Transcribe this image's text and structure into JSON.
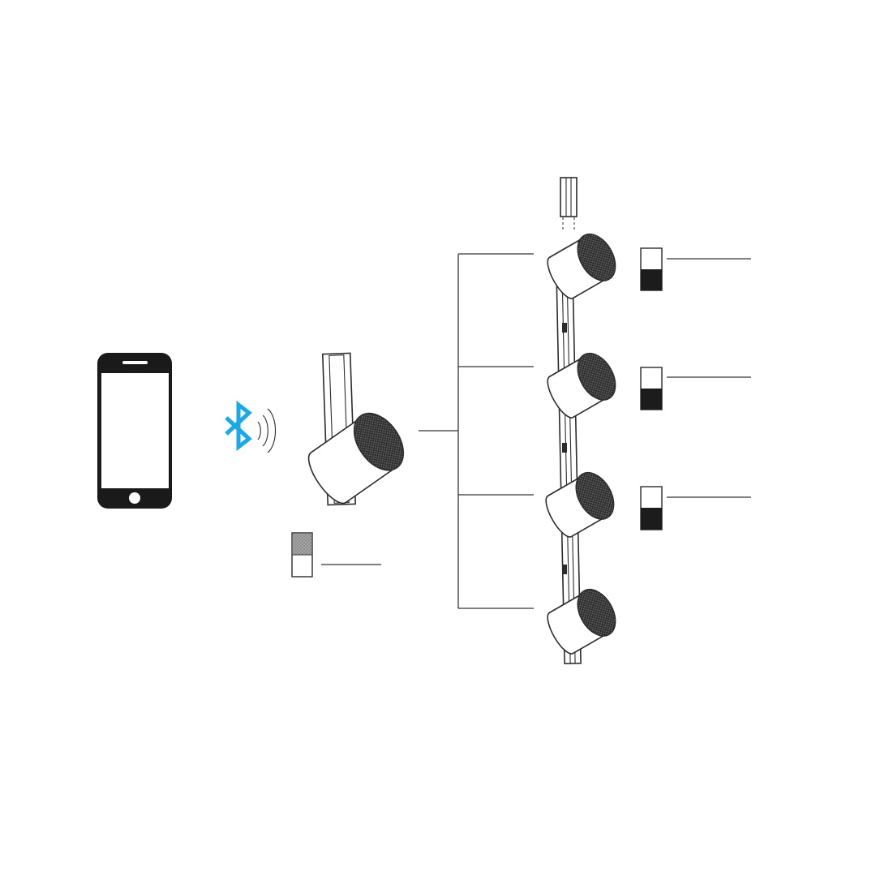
{
  "diagram": {
    "colors": {
      "background": "#ffffff",
      "line": "#333333",
      "phone_body": "#1a1a1a",
      "bluetooth": "#1ba8e6",
      "grille": "#3a3a3a",
      "switch_dark": "#1c1c1c"
    },
    "nodes": [
      {
        "name": "smartphone",
        "icon": "smartphone-icon"
      },
      {
        "name": "bluetooth-signal",
        "icon": "bluetooth-icon"
      },
      {
        "name": "master-speaker",
        "icon": "speaker-icon",
        "switch_state": "up"
      },
      {
        "name": "slave-speaker-1",
        "icon": "speaker-icon",
        "switch_state": "down"
      },
      {
        "name": "slave-speaker-2",
        "icon": "speaker-icon",
        "switch_state": "down"
      },
      {
        "name": "slave-speaker-3",
        "icon": "speaker-icon",
        "switch_state": "down"
      },
      {
        "name": "slave-speaker-4",
        "icon": "speaker-icon"
      }
    ],
    "edges": [
      {
        "from": "master-speaker",
        "to": "slave-speaker-1"
      },
      {
        "from": "master-speaker",
        "to": "slave-speaker-2"
      },
      {
        "from": "master-speaker",
        "to": "slave-speaker-3"
      },
      {
        "from": "master-speaker",
        "to": "slave-speaker-4"
      }
    ]
  }
}
